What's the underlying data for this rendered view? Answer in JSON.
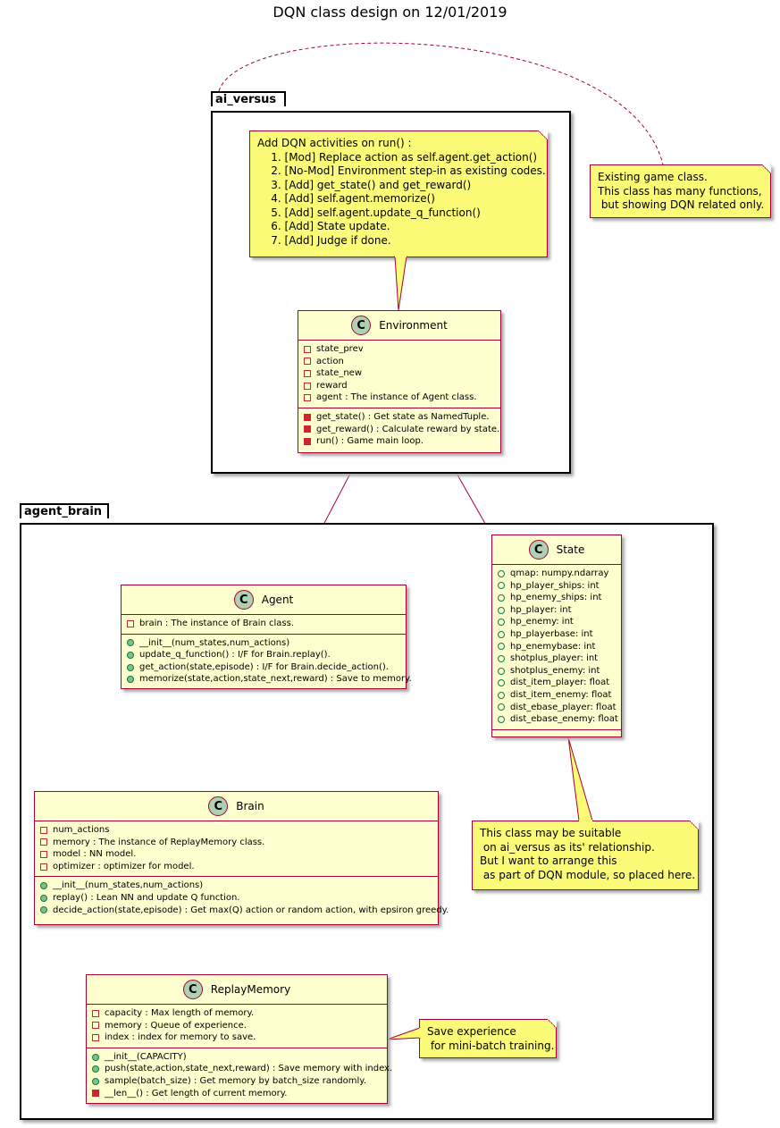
{
  "title": "DQN class design on 12/01/2019",
  "packages": {
    "ai_versus": "ai_versus",
    "agent_brain": "agent_brain"
  },
  "notes": {
    "run_note": "Add DQN activities on run() :\n    1. [Mod] Replace action as self.agent.get_action()\n    2. [No-Mod] Environment step-in as existing codes.\n    3. [Add] get_state() and get_reward()\n    4. [Add] self.agent.memorize()\n    5. [Add] self.agent.update_q_function()\n    6. [Add] State update.\n    7. [Add] Judge if done.",
    "game_note": "Existing game class.\nThis class has many functions,\n but showing DQN related only.",
    "state_note": "This class may be suitable\n on ai_versus as its' relationship.\nBut I want to arrange this\n as part of DQN module, so placed here.",
    "memory_note": "Save experience\n for mini-batch training."
  },
  "classes": {
    "environment": {
      "name": "Environment",
      "fields": [
        "state_prev",
        "action",
        "state_new",
        "reward",
        "agent : The instance of Agent class."
      ],
      "methods": [
        "get_state() : Get state as NamedTuple.",
        "get_reward() : Calculate reward by state.",
        "run() : Game main loop."
      ]
    },
    "state": {
      "name": "State",
      "fields": [
        "qmap: numpy.ndarray",
        "hp_player_ships: int",
        "hp_enemy_ships: int",
        "hp_player: int",
        "hp_enemy: int",
        "hp_playerbase: int",
        "hp_enemybase: int",
        "shotplus_player: int",
        "shotplus_enemy: int",
        "dist_item_player: float",
        "dist_item_enemy: float",
        "dist_ebase_player: float",
        "dist_ebase_enemy: float"
      ]
    },
    "agent": {
      "name": "Agent",
      "fields": [
        "brain : The instance of Brain class."
      ],
      "methods": [
        "__init__(num_states,num_actions)",
        "update_q_function() : I/F for Brain.replay().",
        "get_action(state,episode) : I/F for Brain.decide_action().",
        "memorize(state,action,state_next,reward) : Save to memory."
      ]
    },
    "brain": {
      "name": "Brain",
      "fields": [
        "num_actions",
        "memory : The instance of ReplayMemory class.",
        "model : NN model.",
        "optimizer : optimizer for model."
      ],
      "methods": [
        "__init__(num_states,num_actions)",
        "replay() : Lean NN and update Q function.",
        "decide_action(state,episode) : Get max(Q) action or random action, with epsiron greedy."
      ]
    },
    "replay_memory": {
      "name": "ReplayMemory",
      "fields": [
        "capacity : Max length of memory.",
        "memory : Queue of experience.",
        "index : index for memory to save."
      ],
      "methods": [
        "__init__(CAPACITY)",
        "push(state,action,state_next,reward) : Save memory with index.",
        "sample(batch_size) : Get memory by batch_size randomly.",
        "__len__() : Get length of current memory."
      ]
    }
  },
  "colors": {
    "class_fill": "#FEFECE",
    "class_border": "#A80036",
    "note_fill": "#FBFB77",
    "class_icon": "#ADD1B2"
  }
}
